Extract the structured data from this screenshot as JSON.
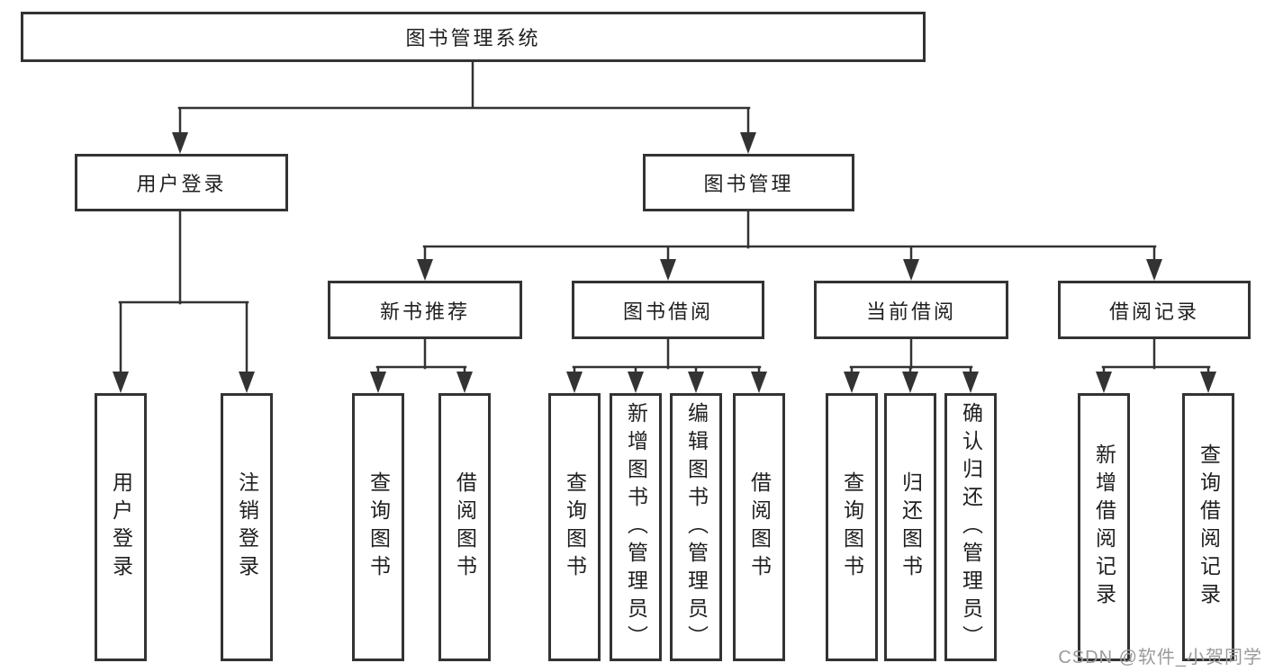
{
  "diagram_title": "图书管理系统",
  "tree": {
    "label": "图书管理系统",
    "children": [
      {
        "label": "用户登录",
        "children": [
          {
            "label": "用户登录"
          },
          {
            "label": "注销登录"
          }
        ]
      },
      {
        "label": "图书管理",
        "children": [
          {
            "label": "新书推荐",
            "children": [
              {
                "label": "查询图书"
              },
              {
                "label": "借阅图书"
              }
            ]
          },
          {
            "label": "图书借阅",
            "children": [
              {
                "label": "查询图书"
              },
              {
                "label": "新增图书（管理员）"
              },
              {
                "label": "编辑图书（管理员）"
              },
              {
                "label": "借阅图书"
              }
            ]
          },
          {
            "label": "当前借阅",
            "children": [
              {
                "label": "查询图书"
              },
              {
                "label": "归还图书"
              },
              {
                "label": "确认归还（管理员）"
              }
            ]
          },
          {
            "label": "借阅记录",
            "children": [
              {
                "label": "新增借阅记录"
              },
              {
                "label": "查询借阅记录"
              }
            ]
          }
        ]
      }
    ]
  },
  "watermark": {
    "text": "CSDN @软件_小贺同学",
    "color": "#9a9a9a"
  },
  "colors": {
    "background": "#ffffff",
    "line": "#333333",
    "box_border": "#333333",
    "box_background": "#ffffff",
    "text": "#1f1f1f"
  }
}
